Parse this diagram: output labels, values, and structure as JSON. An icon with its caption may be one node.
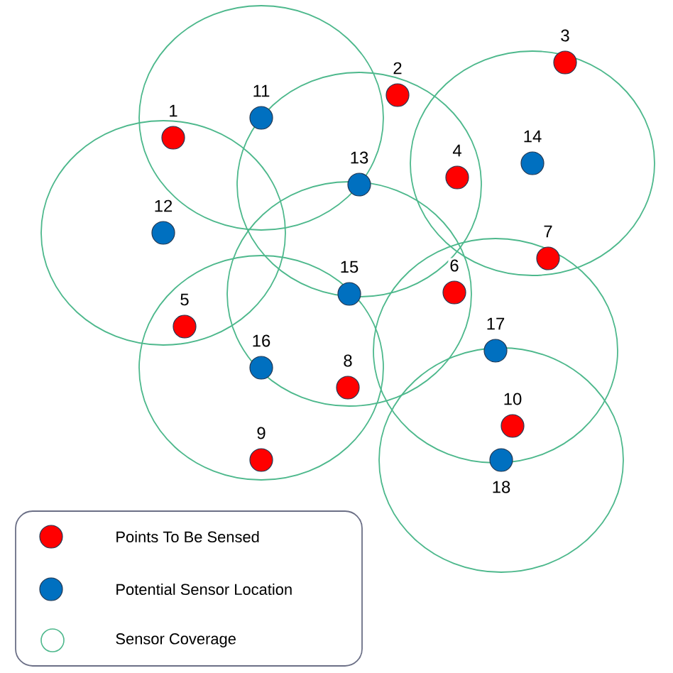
{
  "diagram": {
    "nodes": [
      {
        "text": [],
        "shape": "circle",
        "beside": [
          "1"
        ]
      },
      {
        "text": [],
        "shape": "circle",
        "beside": [
          "2"
        ]
      },
      {
        "text": [],
        "shape": "circle",
        "beside": [
          "3"
        ]
      },
      {
        "text": [],
        "shape": "circle",
        "beside": [
          "4"
        ]
      },
      {
        "text": [],
        "shape": "circle",
        "beside": [
          "5"
        ]
      },
      {
        "text": [],
        "shape": "circle",
        "beside": [
          "6"
        ]
      },
      {
        "text": [],
        "shape": "circle",
        "beside": [
          "7"
        ]
      },
      {
        "text": [],
        "shape": "circle",
        "beside": [
          "8"
        ]
      },
      {
        "text": [],
        "shape": "circle",
        "beside": [
          "9"
        ]
      },
      {
        "text": [],
        "shape": "circle",
        "beside": [
          "10"
        ]
      },
      {
        "text": [],
        "shape": "circle",
        "beside": [
          "11"
        ]
      },
      {
        "text": [],
        "shape": "circle",
        "beside": [
          "12"
        ]
      },
      {
        "text": [],
        "shape": "circle",
        "beside": [
          "13"
        ]
      },
      {
        "text": [],
        "shape": "circle",
        "beside": [
          "14"
        ]
      },
      {
        "text": [],
        "shape": "circle",
        "beside": [
          "15"
        ]
      },
      {
        "text": [],
        "shape": "circle",
        "beside": [
          "16"
        ]
      },
      {
        "text": [],
        "shape": "circle",
        "beside": [
          "17"
        ]
      },
      {
        "text": [],
        "shape": "circle",
        "beside": [
          "18"
        ]
      }
    ],
    "legend": [
      {
        "text": "Points To Be Sensed",
        "color": "#ff0000"
      },
      {
        "text": "Potential Sensor Location",
        "color": "#0070c0"
      },
      {
        "text": "Sensor Coverage"
      }
    ]
  }
}
